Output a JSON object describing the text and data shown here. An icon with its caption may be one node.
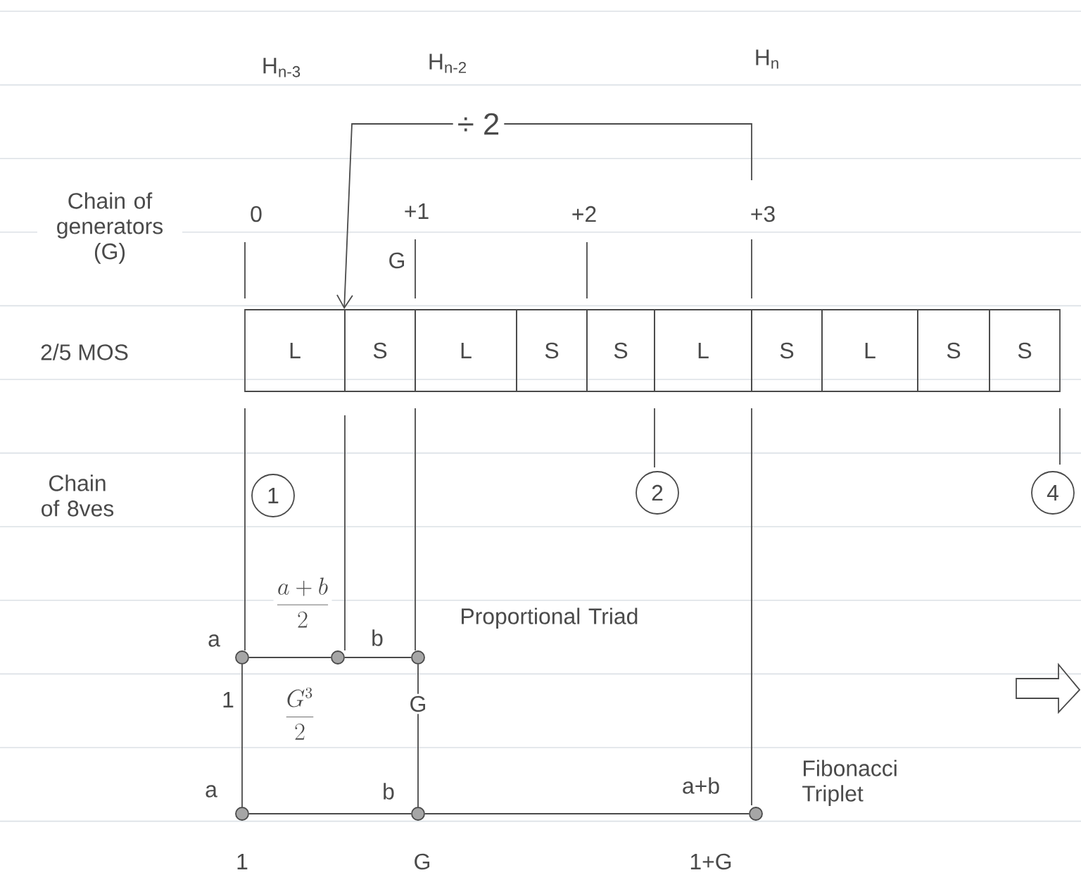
{
  "diagram": {
    "nodes": [
      {
        "text": [
          "L"
        ]
      },
      {
        "text": [
          "S"
        ]
      },
      {
        "text": [
          "L"
        ]
      },
      {
        "text": [
          "S"
        ]
      },
      {
        "text": [
          "S"
        ]
      },
      {
        "text": [
          "L"
        ]
      },
      {
        "text": [
          "S"
        ]
      },
      {
        "text": [
          "L"
        ]
      },
      {
        "text": [
          "S"
        ]
      },
      {
        "text": [
          "S"
        ]
      },
      {
        "text": [
          "1"
        ]
      },
      {
        "text": [
          "2"
        ]
      },
      {
        "text": [
          "4"
        ]
      },
      {
        "text": [],
        "shape": "circle"
      },
      {
        "text": [],
        "shape": "circle"
      },
      {
        "text": [],
        "shape": "circle"
      },
      {
        "text": [],
        "shape": "circle"
      },
      {
        "text": [],
        "shape": "circle"
      },
      {
        "text": [],
        "shape": "circle"
      }
    ],
    "edges": [
      {
        "from": 13,
        "to": 14,
        "arrow": "none"
      },
      {
        "from": 14,
        "to": 15,
        "arrow": "none"
      },
      {
        "from": 16,
        "to": 17,
        "arrow": "none"
      },
      {
        "from": 17,
        "to": 18,
        "arrow": "none"
      },
      {
        "from": 13,
        "to": 16,
        "arrow": "none"
      },
      {
        "from": 15,
        "to": 17,
        "arrow": "none"
      },
      {
        "from": null,
        "to": 1,
        "arrow": "to",
        "label": "÷ 2"
      }
    ],
    "labels": [
      "H$_{n-3}$",
      "H$_{n-2}$",
      "H$_{n}$",
      "Chain of generators (G)",
      "0",
      "+1",
      "+2",
      "+3",
      "G",
      "2/5 MOS",
      "Chain of 8ves",
      "\\frac{a+b}{2}",
      "a",
      "b",
      "Proportional Triad",
      "1",
      "\\frac{G^3}{2}",
      "G",
      "a",
      "b",
      "a+b",
      "Fibonacci Triplet",
      "1",
      "G",
      "1+G"
    ]
  }
}
